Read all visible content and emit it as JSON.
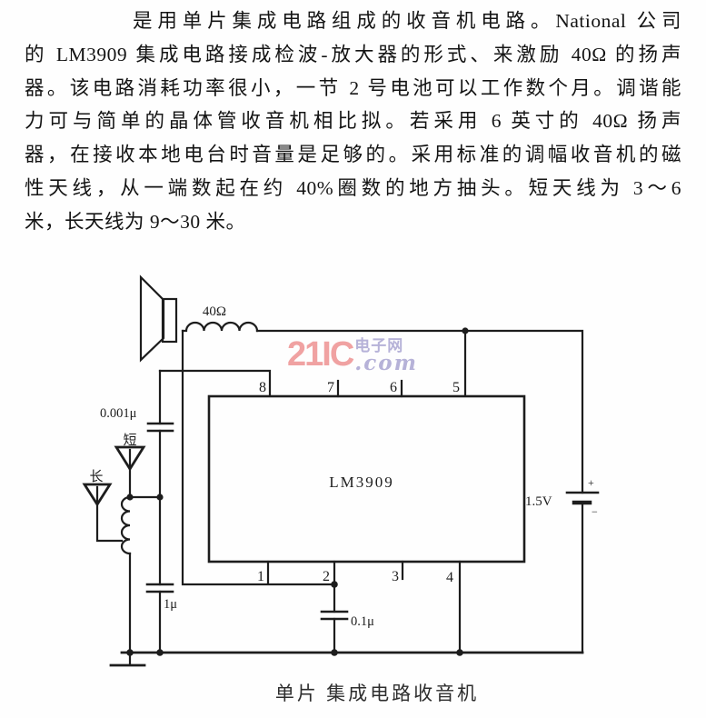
{
  "paragraph": {
    "lines": [
      "是用单片集成电路组成的收音机电路。National 公司",
      "的 LM3909 集成电路接成检波-放大器的形式、来激励 40Ω 的扬声",
      "器。该电路消耗功率很小，一节 2 号电池可以工作数个月。调谐能",
      "力可与简单的晶体管收音机相比拟。若采用 6 英寸的 40Ω 扬声",
      "器，在接收本地电台时音量是足够的。采用标准的调幅收音机的磁",
      "性天线，从一端数起在约 40%圈数的地方抽头。短天线为 3～6",
      "米，长天线为 9～30 米。"
    ]
  },
  "watermark": {
    "brand": "21IC",
    "site": "电子网",
    "dotcom": ".com",
    "brand_color": "#f0a2a2",
    "accent_color": "#b6b2d8"
  },
  "schematic": {
    "ic_label": "LM3909",
    "pin_labels": [
      "1",
      "2",
      "3",
      "4",
      "5",
      "6",
      "7",
      "8"
    ],
    "labels": {
      "speaker_impedance": "40Ω",
      "coupling_cap": "0.001μ",
      "short_antenna": "短",
      "long_antenna": "长",
      "tank_cap": "1μ",
      "bypass_cap": "0.1μ",
      "battery_voltage": "1.5V",
      "battery_plus": "+",
      "battery_minus": "−"
    },
    "ink_color": "#1d1d1d"
  },
  "caption": {
    "text": "单片 集成电路收音机"
  }
}
